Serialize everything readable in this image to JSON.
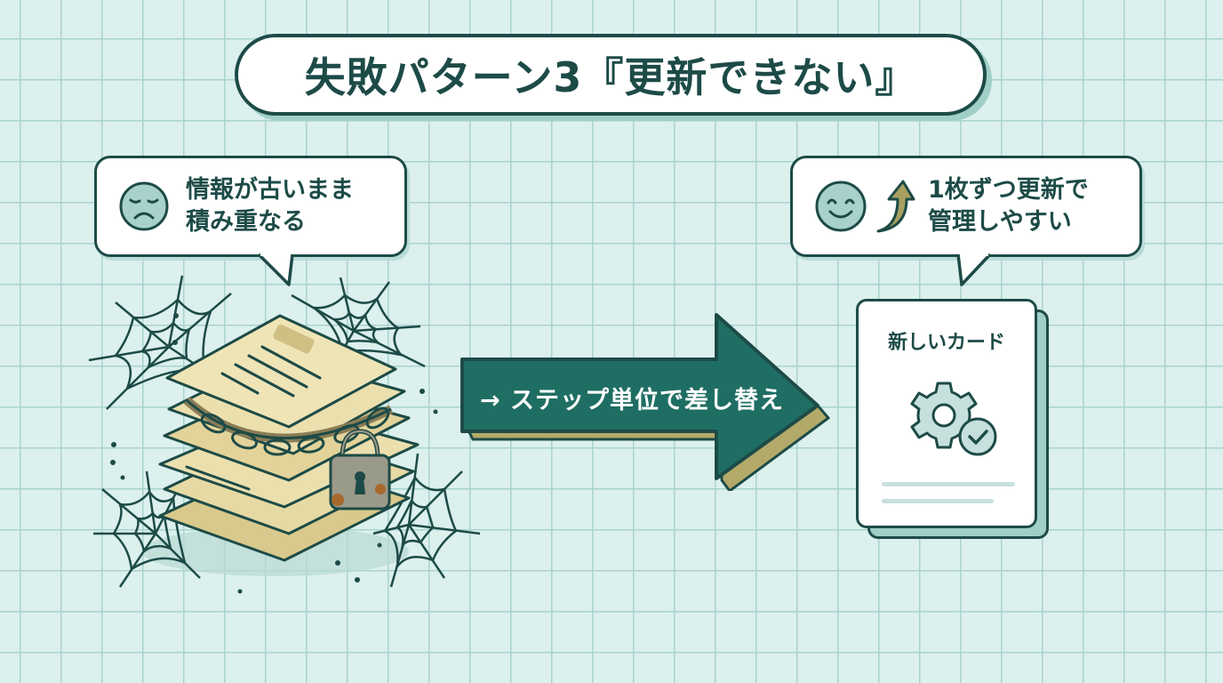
{
  "title": "失敗パターン3『更新できない』",
  "left_bubble": {
    "icon": "sad-face-icon",
    "lines": [
      "情報が古いまま",
      "積み重なる"
    ]
  },
  "right_bubble": {
    "icons": [
      "smile-face-icon",
      "up-arrow-icon"
    ],
    "lines": [
      "1枚ずつ更新で",
      "管理しやすい"
    ]
  },
  "arrow": {
    "label": "→ ステップ単位で差し替え"
  },
  "new_card": {
    "title": "新しいカード",
    "icon": "gear-check-icon"
  },
  "illustration": {
    "name": "old-locked-document-stack",
    "elements": [
      "cobweb",
      "chain",
      "padlock",
      "torn-papers"
    ]
  },
  "colors": {
    "background": "#dcf0ee",
    "grid": "#a9d3cf",
    "dark_teal": "#1d4b47",
    "arrow_fill": "#1f6e63",
    "arrow_side": "#b3aa6a",
    "paper": "#e6d9a4",
    "light_teal": "#9fcfc8"
  }
}
